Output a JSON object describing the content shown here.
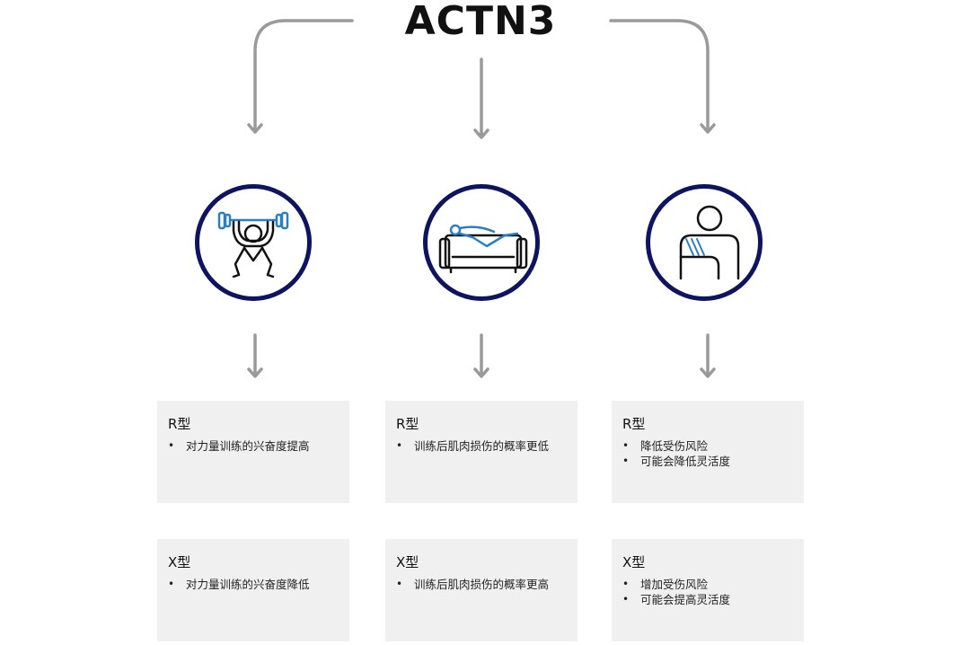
{
  "title": "ACTN3",
  "icons": {
    "left": "weightlifter-icon",
    "middle": "person-on-sofa-icon",
    "right": "arm-sling-icon"
  },
  "colors": {
    "circle_border": "#0f1460",
    "icon_accent": "#2a7fc4",
    "arrow": "#9a9a9a",
    "card_bg": "#f0f0f0"
  },
  "columns": [
    {
      "r_card": {
        "title": "R型",
        "items": [
          "对力量训练的兴奋度提高"
        ]
      },
      "x_card": {
        "title": "X型",
        "items": [
          "对力量训练的兴奋度降低"
        ]
      }
    },
    {
      "r_card": {
        "title": "R型",
        "items": [
          "训练后肌肉损伤的概率更低"
        ]
      },
      "x_card": {
        "title": "X型",
        "items": [
          "训练后肌肉损伤的概率更高"
        ]
      }
    },
    {
      "r_card": {
        "title": "R型",
        "items": [
          "降低受伤风险",
          "可能会降低灵活度"
        ]
      },
      "x_card": {
        "title": "X型",
        "items": [
          "增加受伤风险",
          "可能会提高灵活度"
        ]
      }
    }
  ]
}
